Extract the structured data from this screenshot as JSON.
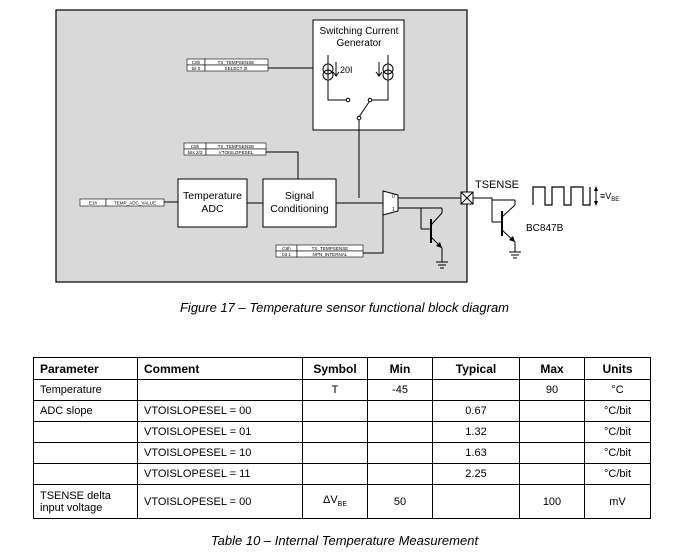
{
  "diagram": {
    "switching_generator_line1": "Switching Current",
    "switching_generator_line2": "Generator",
    "current_label": "20I",
    "reg1": {
      "c1r1": "C8h",
      "c1r2": "bit 0",
      "c2r1": "TX_TEMPSENSE",
      "c2r2": "SELECT 2I"
    },
    "reg2": {
      "c1r1": "C8h",
      "c1r2": "bits 2/3",
      "c2r1": "TX_TEMPSENSE",
      "c2r2": "VTOISLOPESEL"
    },
    "reg3": {
      "c1r1": "E1h",
      "c2r1": "TEMP_ADC_VALUE"
    },
    "reg4": {
      "c1r1": "C8h",
      "c1r2": "bit 1",
      "c2r1": "TX_TEMPSENSE",
      "c2r2": "NPN_INTERNAL"
    },
    "temperature_adc_line1": "Temperature",
    "temperature_adc_line2": "ADC",
    "signal_conditioning_line1": "Signal",
    "signal_conditioning_line2": "Conditioning",
    "mux_input_0": "0",
    "mux_input_1": "1",
    "tsense_label": "TSENSE",
    "vbe_label": "≡V",
    "vbe_sub": "BE",
    "transistor_label": "BC847B"
  },
  "figure_caption": "Figure 17 – Temperature sensor functional block diagram",
  "table": {
    "headers": [
      "Parameter",
      "Comment",
      "Symbol",
      "Min",
      "Typical",
      "Max",
      "Units"
    ],
    "rows": [
      [
        "Temperature",
        "",
        "T",
        "-45",
        "",
        "90",
        "°C"
      ],
      [
        "ADC slope",
        "VTOISLOPESEL = 00",
        "",
        "",
        "0.67",
        "",
        "°C/bit"
      ],
      [
        "",
        "VTOISLOPESEL = 01",
        "",
        "",
        "1.32",
        "",
        "°C/bit"
      ],
      [
        "",
        "VTOISLOPESEL = 10",
        "",
        "",
        "1.63",
        "",
        "°C/bit"
      ],
      [
        "",
        "VTOISLOPESEL = 11",
        "",
        "",
        "2.25",
        "",
        "°C/bit"
      ]
    ],
    "last_row": {
      "param_line1": "TSENSE delta",
      "param_line2": "input voltage",
      "comment": "VTOISLOPESEL = 00",
      "symbol_main": "ΔV",
      "symbol_sub": "BE",
      "min": "50",
      "typical": "",
      "max": "100",
      "units": "mV"
    }
  },
  "table_caption": "Table 10 – Internal Temperature Measurement"
}
